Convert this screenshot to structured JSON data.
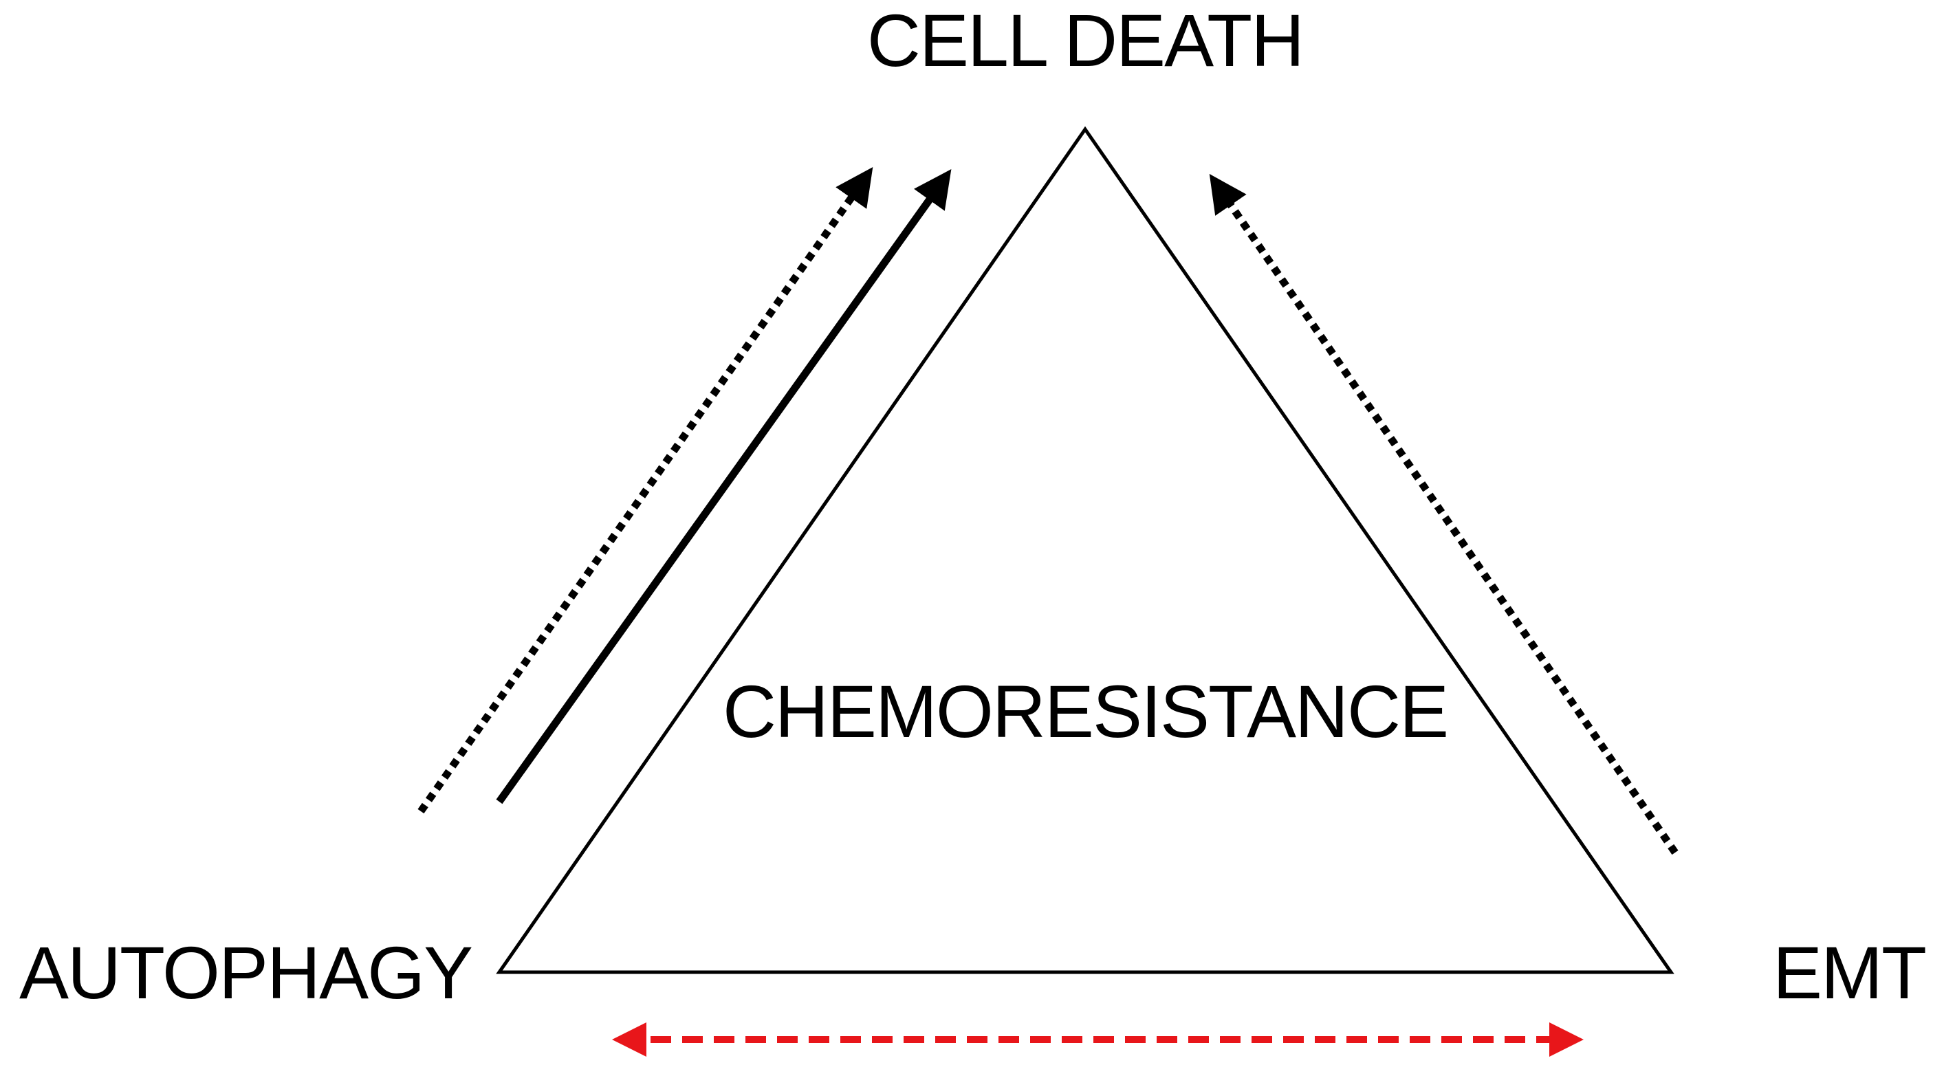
{
  "nodes": {
    "top": "CELL DEATH",
    "bottom_left": "AUTOPHAGY",
    "bottom_right": "EMT",
    "center": "CHEMORESISTANCE"
  },
  "colors": {
    "line": "#000000",
    "highlight_arrow": "#e8161a",
    "background": "#ffffff"
  },
  "arrows": [
    {
      "from": "AUTOPHAGY",
      "to": "CELL DEATH",
      "style": "dotted",
      "color": "black"
    },
    {
      "from": "AUTOPHAGY",
      "to": "CELL DEATH",
      "style": "solid",
      "color": "black"
    },
    {
      "from": "EMT",
      "to": "CELL DEATH",
      "style": "dotted",
      "color": "black"
    },
    {
      "from": "AUTOPHAGY",
      "to": "EMT",
      "style": "dashed",
      "color": "red",
      "bidirectional": true
    }
  ]
}
